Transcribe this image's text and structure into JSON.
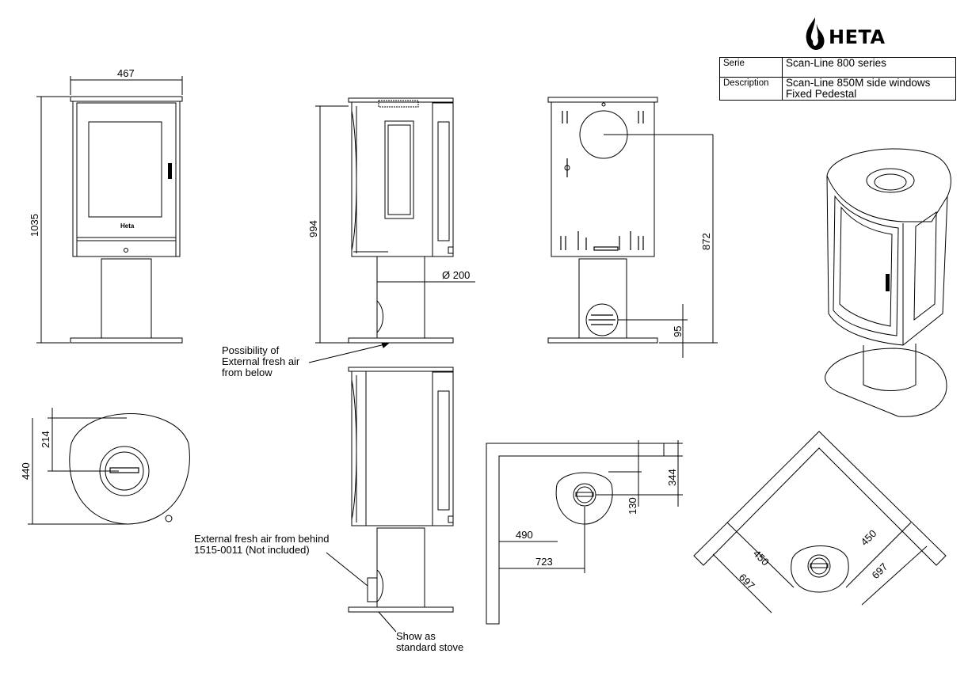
{
  "brand": {
    "name": "HETA",
    "icon": "flame-icon"
  },
  "title_block": {
    "rows": [
      {
        "key": "Serie",
        "value": "Scan-Line 800 series"
      },
      {
        "key": "Description",
        "value": "Scan-Line 850M side windows",
        "value2": "Fixed Pedestal"
      }
    ]
  },
  "dimensions": {
    "front_width": "467",
    "front_height": "1035",
    "side_height": "994",
    "pipe_diameter": "Ø 200",
    "back_outlet_height": "872",
    "fresh_air_height": "95",
    "top_depth": "440",
    "top_center": "214",
    "plan_344": "344",
    "plan_130": "130",
    "plan_490": "490",
    "plan_723": "723",
    "corner_450_left": "450",
    "corner_450_right": "450",
    "corner_697_left": "697",
    "corner_697_right": "697"
  },
  "notes": {
    "below_1": "Possibility of",
    "below_2": "External fresh air",
    "below_3": "from below",
    "behind_1": "External fresh air from behind",
    "behind_2": "1515-0011 (Not included)",
    "std_1": "Show as",
    "std_2": "standard stove"
  },
  "stove_badge": "Heta",
  "colors": {
    "line": "#000000",
    "background": "#ffffff"
  }
}
